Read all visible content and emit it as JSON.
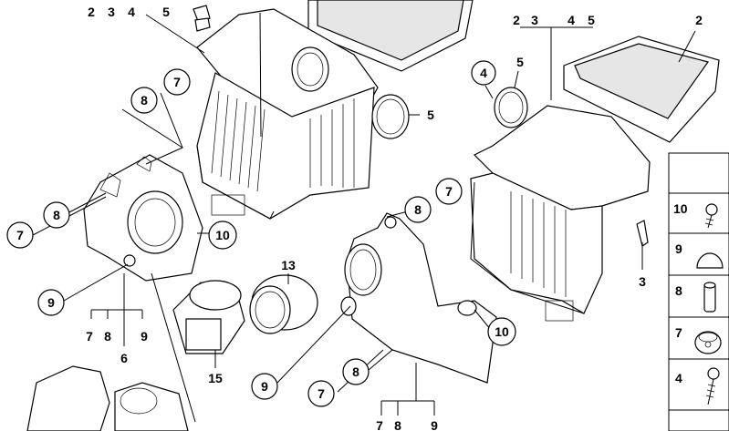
{
  "callouts": [
    {
      "id": "c-7a",
      "label": "7"
    },
    {
      "id": "c-8a",
      "label": "8"
    },
    {
      "id": "c-7b",
      "label": "7"
    },
    {
      "id": "c-8b",
      "label": "8"
    },
    {
      "id": "c-9a",
      "label": "9"
    },
    {
      "id": "c-10a",
      "label": "10"
    },
    {
      "id": "c-8c",
      "label": "8"
    },
    {
      "id": "c-7c",
      "label": "7"
    },
    {
      "id": "c-9b",
      "label": "9"
    },
    {
      "id": "c-8d",
      "label": "8"
    },
    {
      "id": "c-7d",
      "label": "7"
    },
    {
      "id": "c-10b",
      "label": "10"
    },
    {
      "id": "c-4",
      "label": "4"
    }
  ],
  "plain_labels": [
    {
      "id": "t-2-top",
      "label": "2"
    },
    {
      "id": "t-3-top",
      "label": "3"
    },
    {
      "id": "t-4-top",
      "label": "4"
    },
    {
      "id": "t-5-top",
      "label": "5"
    },
    {
      "id": "t-5-ring",
      "label": "5"
    },
    {
      "id": "t-2r",
      "label": "2"
    },
    {
      "id": "t-3r",
      "label": "3"
    },
    {
      "id": "t-4r",
      "label": "4"
    },
    {
      "id": "t-5r",
      "label": "5"
    },
    {
      "id": "t-2-filter",
      "label": "2"
    },
    {
      "id": "t-5-ring2",
      "label": "5"
    },
    {
      "id": "t-3-clip",
      "label": "3"
    },
    {
      "id": "t-13",
      "label": "13"
    },
    {
      "id": "t-15",
      "label": "15"
    },
    {
      "id": "t-7-sub",
      "label": "7"
    },
    {
      "id": "t-8-sub",
      "label": "8"
    },
    {
      "id": "t-9-sub",
      "label": "9"
    },
    {
      "id": "t-6",
      "label": "6"
    },
    {
      "id": "t-7-bot",
      "label": "7"
    },
    {
      "id": "t-8-bot",
      "label": "8"
    },
    {
      "id": "t-9-bot",
      "label": "9"
    }
  ],
  "legend": [
    {
      "label": "10",
      "icon": "screw-icon"
    },
    {
      "label": "9",
      "icon": "rubber-cap-icon"
    },
    {
      "label": "8",
      "icon": "sleeve-icon"
    },
    {
      "label": "7",
      "icon": "grommet-icon"
    },
    {
      "label": "4",
      "icon": "screw-icon"
    }
  ]
}
